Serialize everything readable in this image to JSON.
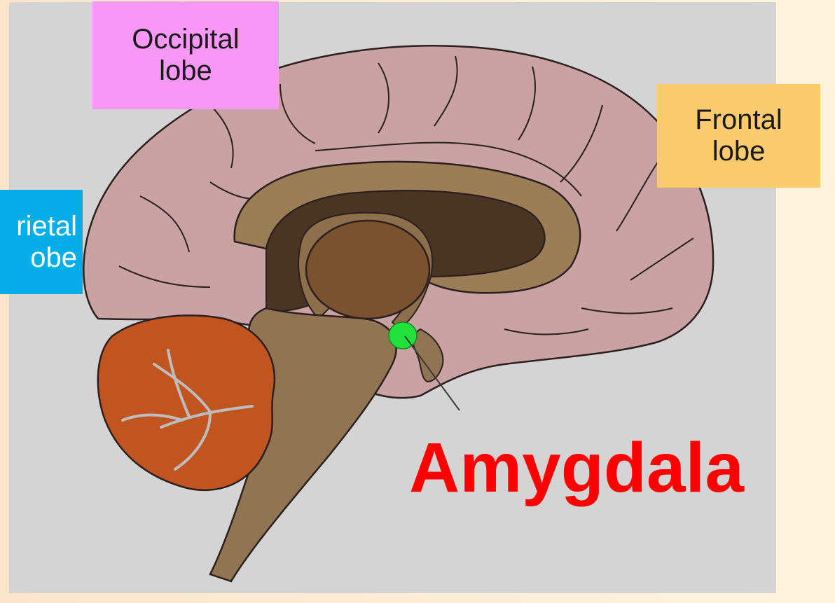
{
  "labels": {
    "occipital": "Occipital\nlobe",
    "frontal": "Frontal\nlobe",
    "parietal": "rietal\nobe",
    "highlight": "Amygdala"
  },
  "colors": {
    "background": "#fdefd7",
    "panel": "#d4d4d4",
    "occipital_box": "#f797f6",
    "frontal_box": "#fccb6e",
    "parietal_box": "#05aee8",
    "cortex": "#c9a3a3",
    "corpus_callosum": "#9b7d56",
    "ventricle": "#4a3522",
    "thalamus": "#7b5230",
    "brainstem": "#917451",
    "cerebellum": "#c2551f",
    "amygdala": "#20e23a",
    "highlight_text": "#ff0000"
  }
}
